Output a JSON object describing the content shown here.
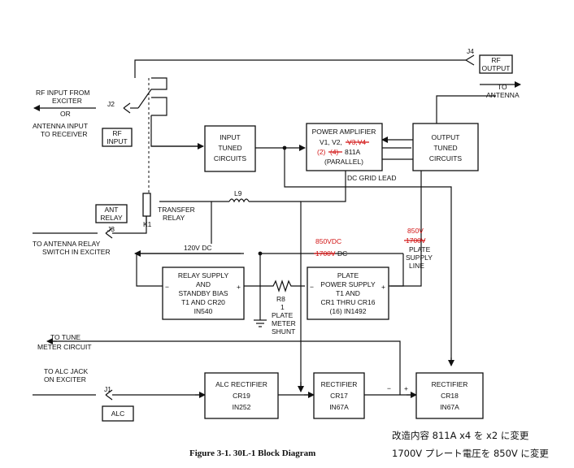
{
  "blocks": {
    "input_tuned": [
      "INPUT",
      "TUNED",
      "CIRCUITS"
    ],
    "power_amp": [
      "POWER AMPLIFIER",
      "V1, V2,",
      "V3,V4",
      "(2)",
      "(4)",
      "811A",
      "(PARALLEL)"
    ],
    "output_tuned": [
      "OUTPUT",
      "TUNED",
      "CIRCUITS"
    ],
    "relay_supply": [
      "RELAY SUPPLY",
      "AND",
      "STANDBY BIAS",
      "T1 AND CR20",
      "IN540"
    ],
    "plate_supply": [
      "PLATE",
      "POWER SUPPLY",
      "T1 AND",
      "CR1 THRU CR16",
      "(16) IN1492"
    ],
    "alc_rectifier": [
      "ALC RECTIFIER",
      "CR19",
      "IN252"
    ],
    "rectifier_17": [
      "RECTIFIER",
      "CR17",
      "IN67A"
    ],
    "rectifier_18": [
      "RECTIFIER",
      "CR18",
      "IN67A"
    ]
  },
  "labels": {
    "rf_input_from": [
      "RF INPUT FROM",
      "EXCITER"
    ],
    "or": "OR",
    "antenna_input": [
      "ANTENNA INPUT",
      "TO RECEIVER"
    ],
    "j2": "J2",
    "rf_input_box": [
      "RF",
      "INPUT"
    ],
    "j4": "J4",
    "rf_output_box": [
      "RF",
      "OUTPUT"
    ],
    "to_antenna": [
      "TO",
      "ANTENNA"
    ],
    "dc_grid_lead": "DC GRID LEAD",
    "l9": "L9",
    "ant_relay_box": [
      "ANT",
      "RELAY"
    ],
    "transfer_relay": [
      "TRANSFER",
      "RELAY"
    ],
    "k1": "K1",
    "j3": "J3",
    "to_antenna_relay": [
      "TO ANTENNA RELAY",
      "SWITCH IN EXCITER"
    ],
    "v120": "120V DC",
    "v850_red": "850VDC",
    "v1700_struck": "1700V",
    "dc": "DC",
    "plate_v_red": "850V",
    "plate_v_struck": "1700V",
    "plate_supply_line": [
      "PLATE",
      "SUPPLY",
      "LINE"
    ],
    "r8": [
      "R8",
      "1",
      "PLATE",
      "METER",
      "SHUNT"
    ],
    "to_tune_meter": [
      "TO TUNE",
      "METER CIRCUIT"
    ],
    "to_alc_jack": [
      "TO ALC JACK",
      "ON EXCITER"
    ],
    "j1": "J1",
    "alc_box": "ALC",
    "minus": "−",
    "plus": "+"
  },
  "caption": "Figure 3-1.  30L-1 Block Diagram",
  "notes": [
    "改造内容 811A x4 を x2 に変更",
    "1700V プレート電圧を 850V に変更"
  ],
  "colors": {
    "ink": "#111111",
    "edit_red": "#d21414"
  }
}
